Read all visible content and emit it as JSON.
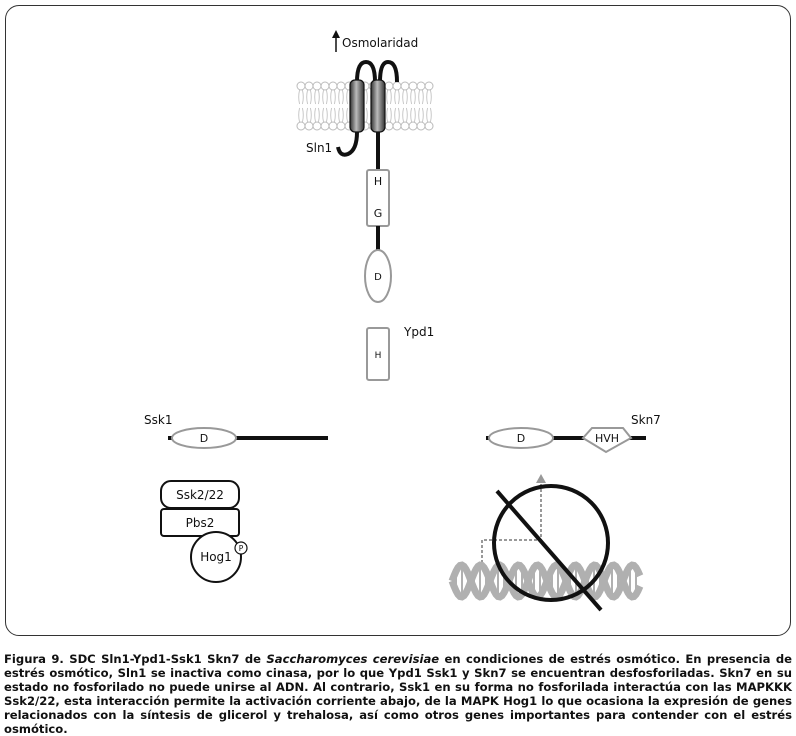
{
  "labels": {
    "osmolarity": "Osmolaridad",
    "sln1": "Sln1",
    "sln1_h": "H",
    "sln1_g": "G",
    "sln1_d": "D",
    "ypd1": "Ypd1",
    "ypd1_h": "H",
    "ssk1": "Ssk1",
    "ssk1_d": "D",
    "skn7": "Skn7",
    "skn7_d": "D",
    "skn7_hvh": "HVH",
    "ssk2": "Ssk2/22",
    "pbs2": "Pbs2",
    "hog1": "Hog1",
    "phospho": "P"
  },
  "caption": {
    "part1": "Figura 9. SDC Sln1-Ypd1-Ssk1 Skn7 de ",
    "species": "Saccharomyces cerevisiae",
    "part2": " en condiciones de estrés osmótico. En presencia de estrés osmótico, Sln1 se inactiva como cinasa, por lo que Ypd1 Ssk1 y Skn7 se encuentran desfosforiladas. Skn7 en su estado no fosforilado no puede unirse al ADN. Al contrario, Ssk1 en su forma no fosforilada interactúa con las MAPKKK Ssk2/22, esta interacción permite la activación corriente abajo, de la MAPK Hog1 lo que ocasiona la expresión de genes relacionados con la síntesis de glicerol y trehalosa, así como otros genes importantes para contender con el estrés osmótico."
  },
  "colors": {
    "line": "#111111",
    "domain_outline": "#999999",
    "membrane_head": "#bbbbbb",
    "dna": "#b0b0b0"
  }
}
